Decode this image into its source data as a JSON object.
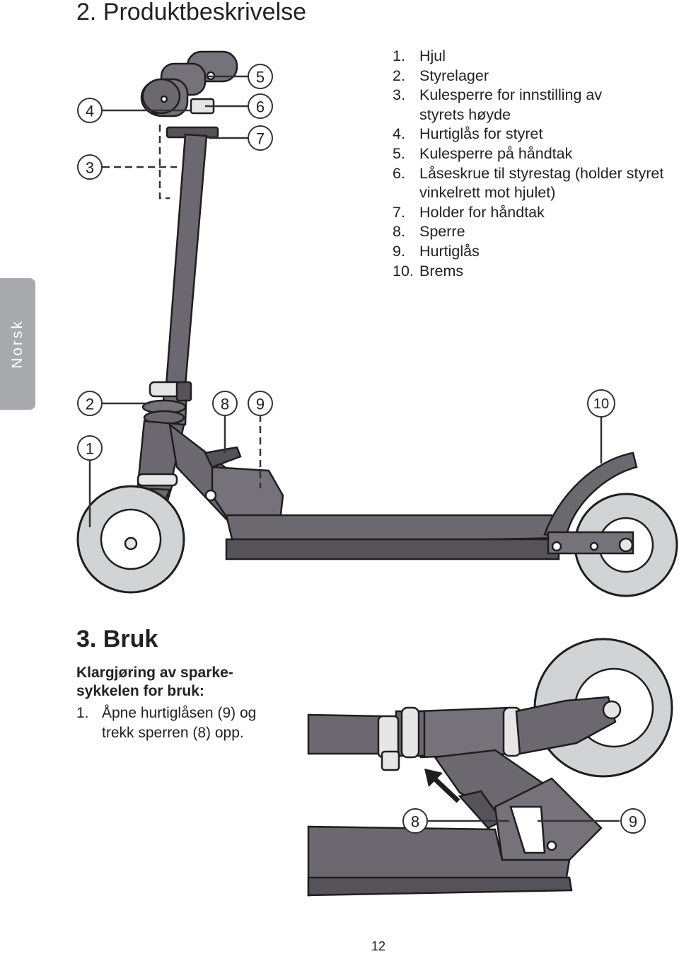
{
  "section_title": "2. Produktbeskrivelse",
  "side_tab": "Norsk",
  "parts": [
    {
      "num": "1.",
      "text": "Hjul"
    },
    {
      "num": "2.",
      "text": "Styrelager"
    },
    {
      "num": "3.",
      "text": "Kulesperre for innstilling av styrets høyde"
    },
    {
      "num": "4.",
      "text": "Hurtiglås for styret"
    },
    {
      "num": "5.",
      "text": "Kulesperre på håndtak"
    },
    {
      "num": "6.",
      "text": "Låseskrue til styrestag (holder styret vinkelrett mot hjulet)"
    },
    {
      "num": "7.",
      "text": "Holder for håndtak"
    },
    {
      "num": "8.",
      "text": "Sperre"
    },
    {
      "num": "9.",
      "text": "Hurtiglås"
    },
    {
      "num": "10.",
      "text": "Brems"
    }
  ],
  "callouts": {
    "c1": "1",
    "c2": "2",
    "c3": "3",
    "c4": "4",
    "c5": "5",
    "c6": "6",
    "c7": "7",
    "c8": "8",
    "c9": "9",
    "c10": "10",
    "c8b": "8",
    "c9b": "9"
  },
  "usage": {
    "title": "3. Bruk",
    "subheading": "Klargjøring av sparke-sykkelen for bruk:",
    "step_num": "1.",
    "step_text": "Åpne hurtiglåsen (9) og trekk sperren (8) opp."
  },
  "page_number": "12",
  "colors": {
    "metal": "#6b6870",
    "tire": "#d2d3d5",
    "tab": "#a7a9ac"
  }
}
